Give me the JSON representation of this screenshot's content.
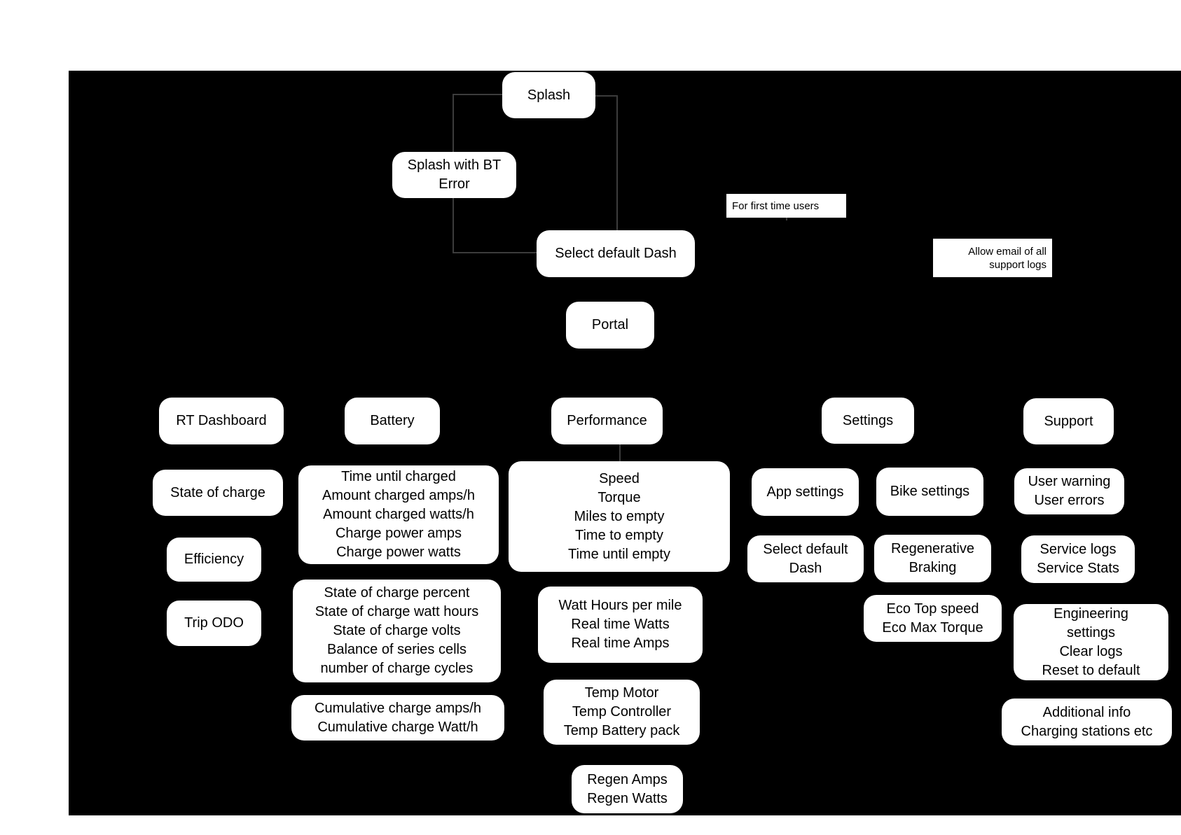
{
  "page": {
    "background_color": "#ffffff",
    "canvas_color": "#000000",
    "node_fill_color": "#ffffff",
    "node_text_color": "#000000",
    "connector_color": "#3c3c3c"
  },
  "nodes": {
    "splash": "Splash",
    "splash_bt_error": "Splash with BT\nError",
    "select_default_dash": "Select default Dash",
    "portal": "Portal"
  },
  "notes": {
    "first_time": "For first time users",
    "allow_email": "Allow email of all\nsupport logs"
  },
  "columns": {
    "rt_dashboard": {
      "title": "RT Dashboard",
      "items": [
        "State of charge",
        "Efficiency",
        "Trip ODO"
      ]
    },
    "battery": {
      "title": "Battery",
      "items": [
        "Time until charged\nAmount charged amps/h\nAmount charged watts/h\nCharge power amps\nCharge power watts",
        "State of charge percent\nState of charge watt hours\nState of charge volts\nBalance of series cells\nnumber of charge cycles",
        "Cumulative charge amps/h\nCumulative charge Watt/h"
      ]
    },
    "performance": {
      "title": "Performance",
      "items": [
        "Speed\nTorque\nMiles to empty\nTime to empty\nTime until empty",
        "Watt Hours per mile\nReal time Watts\nReal time Amps",
        "Temp Motor\nTemp Controller\nTemp Battery pack",
        "Regen Amps\nRegen Watts"
      ]
    },
    "settings": {
      "title": "Settings",
      "items": [
        "App settings",
        "Bike settings",
        "Select default\nDash",
        "Regenerative\nBraking",
        "Eco Top speed\nEco Max Torque"
      ]
    },
    "support": {
      "title": "Support",
      "items": [
        "User warning\nUser errors",
        "Service logs\nService Stats",
        "Engineering\nsettings\nClear logs\nReset to default",
        "Additional info\nCharging stations etc"
      ]
    }
  }
}
